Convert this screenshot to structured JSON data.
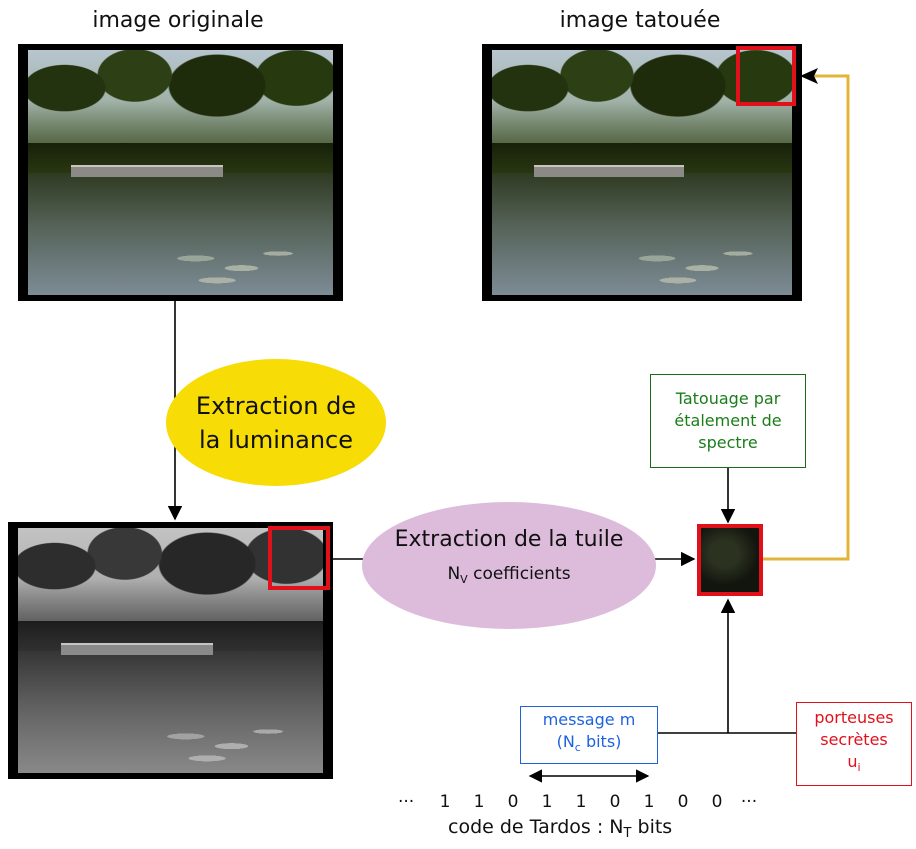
{
  "titles": {
    "original": "image originale",
    "watermarked": "image tatouée"
  },
  "ellipse_yellow": {
    "line1": "Extraction de",
    "line2": "la luminance",
    "color": "#f7dc06"
  },
  "ellipse_purple": {
    "line1": "Extraction de la tuile",
    "nv_main": "N",
    "nv_sub": "V",
    "nv_rest": "coefficients",
    "color": "#ddbcdb"
  },
  "green_box": {
    "line1": "Tatouage par",
    "line2": "étalement de",
    "line3": "spectre",
    "color": "#1a7d1a"
  },
  "blue_box": {
    "line1": "message m",
    "line2_open": "(N",
    "line2_sub": "c",
    "line2_close": "bits)",
    "color": "#1f62e0"
  },
  "red_box": {
    "line1": "porteuses",
    "line2": "secrètes",
    "line3_main": "u",
    "line3_sub": "i",
    "color": "#e0111b"
  },
  "bits": {
    "prefix": "···",
    "values": [
      "1",
      "1",
      "0",
      "1",
      "1",
      "0",
      "1",
      "0",
      "0"
    ],
    "suffix": "···"
  },
  "tardos": {
    "label": "code de Tardos : N",
    "sub": "T",
    "rest": "bits"
  },
  "colors": {
    "feedback_arrow": "#e2b53a",
    "arrow": "#000000",
    "tile_border": "#e0111b"
  }
}
